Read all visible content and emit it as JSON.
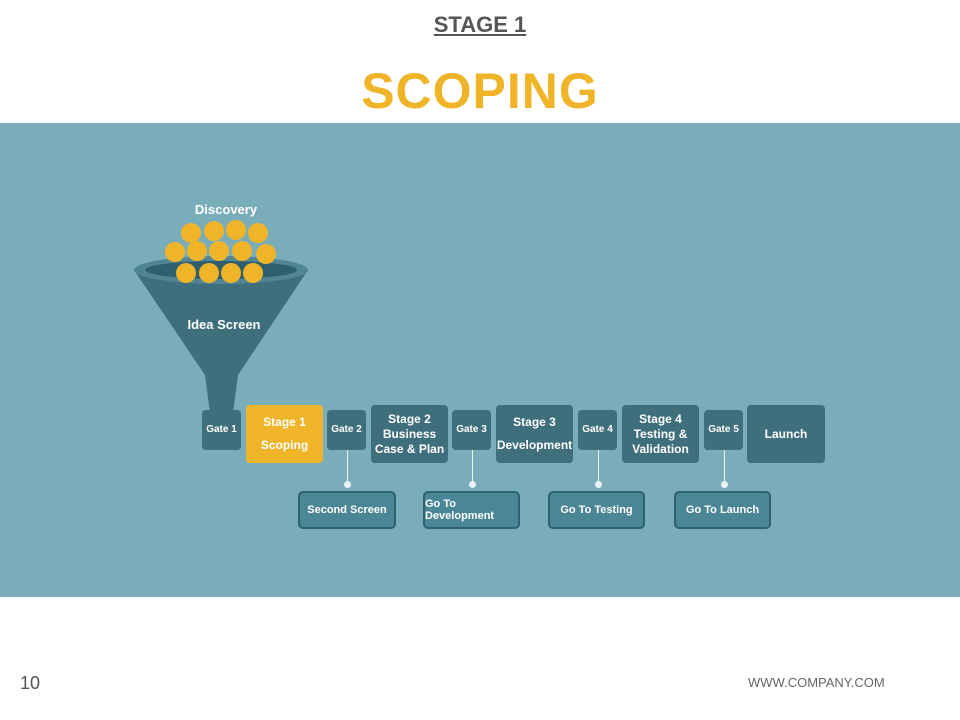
{
  "header": {
    "stage_label": "STAGE 1",
    "title": "SCOPING"
  },
  "funnel": {
    "top_label": "Discovery",
    "mid_label": "Idea Screen"
  },
  "gates": [
    "Gate 1",
    "Gate 2",
    "Gate 3",
    "Gate 4",
    "Gate 5"
  ],
  "stages": [
    {
      "line1": "Stage 1",
      "line2": "Scoping"
    },
    {
      "line1": "Stage 2",
      "line2": "Business",
      "line3": "Case & Plan"
    },
    {
      "line1": "Stage 3",
      "line2": "Development"
    },
    {
      "line1": "Stage 4",
      "line2": "Testing &",
      "line3": "Validation"
    },
    {
      "line1": "Launch"
    }
  ],
  "actions": [
    "Second Screen",
    "Go To Development",
    "Go To Testing",
    "Go To Launch"
  ],
  "footer": {
    "page_number": "10",
    "url": "WWW.COMPANY.COM"
  },
  "colors": {
    "accent": "#f0b429",
    "band": "#7aadba",
    "dark_teal": "#3f6f7c"
  }
}
